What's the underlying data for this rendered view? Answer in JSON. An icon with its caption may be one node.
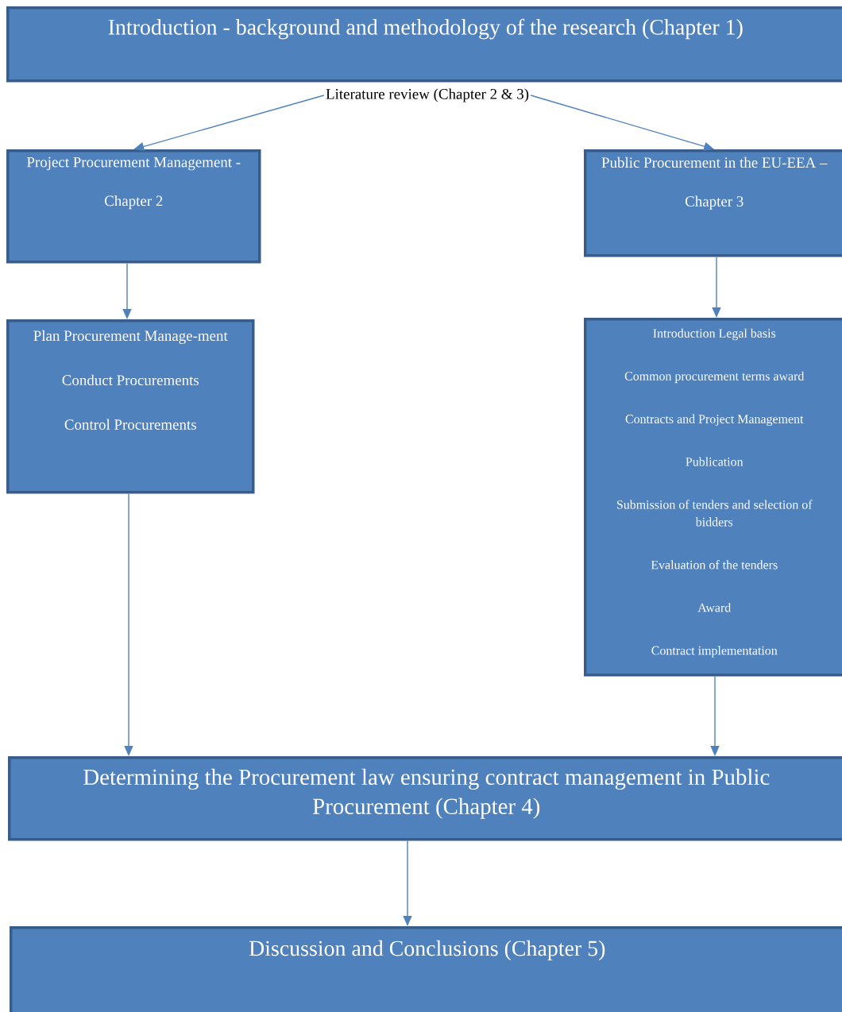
{
  "diagram": {
    "nodes": [
      {
        "text": [
          "Introduction - background and methodology of the research (Chapter 1)"
        ]
      },
      {
        "text": [
          "Literature review (Chapter 2 & 3)"
        ]
      },
      {
        "text": [
          "Project Procurement Management - Chapter 2"
        ]
      },
      {
        "text": [
          "Public Procurement in the EU-EEA – Chapter 3"
        ]
      },
      {
        "text": [
          "Plan Procurement Manage-ment",
          "Conduct Procurements",
          "Control Procurements"
        ]
      },
      {
        "text": [
          "Introduction Legal basis",
          "Common procurement terms award",
          "Contracts and Project Management",
          "Publication",
          "Submission of tenders and selection of bidders",
          "Evaluation of the tenders",
          "Award",
          "Contract implementation"
        ]
      },
      {
        "text": [
          "Determining the Procurement law ensuring contract management in Public Procurement (Chapter 4)"
        ]
      },
      {
        "text": [
          "Discussion and Conclusions (Chapter 5)"
        ]
      }
    ],
    "edges": [
      {
        "from": 1,
        "to": 2,
        "arrow": "to"
      },
      {
        "from": 1,
        "to": 3,
        "arrow": "to"
      },
      {
        "from": 2,
        "to": 4,
        "arrow": "to"
      },
      {
        "from": 3,
        "to": 5,
        "arrow": "to"
      },
      {
        "from": 4,
        "to": 6,
        "arrow": "to"
      },
      {
        "from": 5,
        "to": 6,
        "arrow": "to"
      },
      {
        "from": 6,
        "to": 7,
        "arrow": "to"
      }
    ]
  }
}
